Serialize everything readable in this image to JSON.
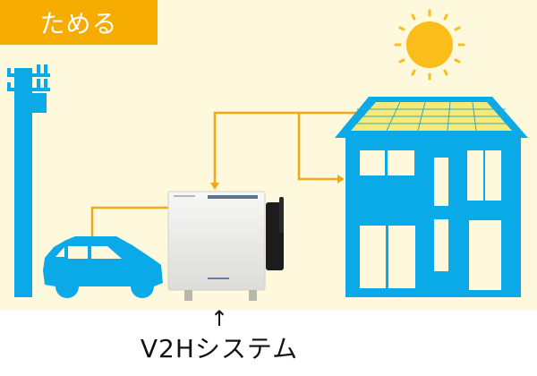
{
  "header": {
    "title": "ためる"
  },
  "diagram": {
    "elements": [
      {
        "id": "utility-pole",
        "label": "電柱"
      },
      {
        "id": "electric-car",
        "label": "電気自動車"
      },
      {
        "id": "v2h-unit",
        "label": "V2Hシステム"
      },
      {
        "id": "house-with-solar",
        "label": "太陽光パネル付き住宅"
      },
      {
        "id": "sun",
        "label": "太陽"
      }
    ],
    "flows": [
      {
        "from": "house-solar-panel",
        "to": "v2h-unit"
      },
      {
        "from": "house-solar-panel",
        "to": "house"
      },
      {
        "from": "v2h-unit",
        "to": "electric-car"
      }
    ]
  },
  "caption": {
    "arrow": "↑",
    "label": "V2Hシステム"
  },
  "colors": {
    "background": "#fef9dc",
    "badge": "#f5ab00",
    "blue": "#0aaae8",
    "arrow": "#f0a818",
    "sun": "#fbbd1a",
    "panel": "#f4ea7a",
    "window": "#fef9dc"
  }
}
